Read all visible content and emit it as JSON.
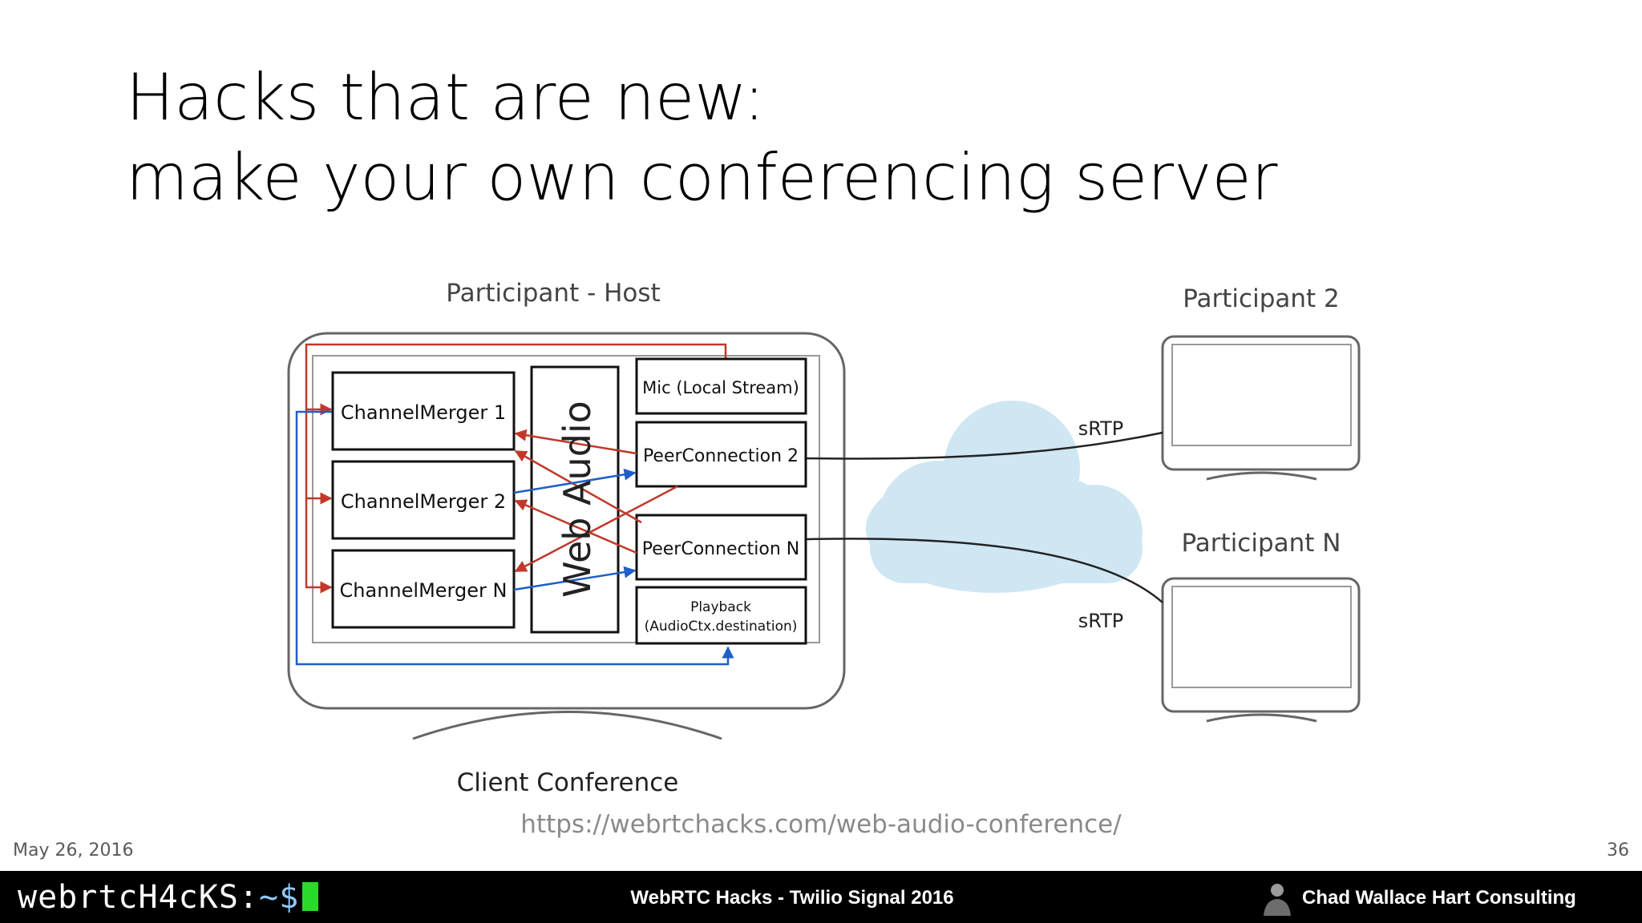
{
  "slide": {
    "title_line1": "Hacks that are new:",
    "title_line2": "make your own conferencing server",
    "url": "https://webrtchacks.com/web-audio-conference/",
    "date": "May 26, 2016",
    "page_number": "36"
  },
  "diagram": {
    "host_label": "Participant - Host",
    "client_label": "Client Conference",
    "participant2_label": "Participant 2",
    "participantN_label": "Participant N",
    "mergers": [
      "ChannelMerger 1",
      "ChannelMerger 2",
      "ChannelMerger N"
    ],
    "web_audio": "Web Audio",
    "mic": "Mic (Local Stream)",
    "pc2": "PeerConnection 2",
    "pcN": "PeerConnection N",
    "playback_line1": "Playback",
    "playback_line2": "(AudioCtx.destination)",
    "srtp_top": "sRTP",
    "srtp_bottom": "sRTP",
    "colors": {
      "send_arrow": "#c0392b",
      "receive_arrow": "#1f5fc7",
      "cloud": "#cfe6f3"
    }
  },
  "footer": {
    "brand": "webrtcH4cKS:",
    "brand_prompt": "~$",
    "event": "WebRTC Hacks - Twilio Signal 2016",
    "company": "Chad Wallace Hart Consulting"
  }
}
